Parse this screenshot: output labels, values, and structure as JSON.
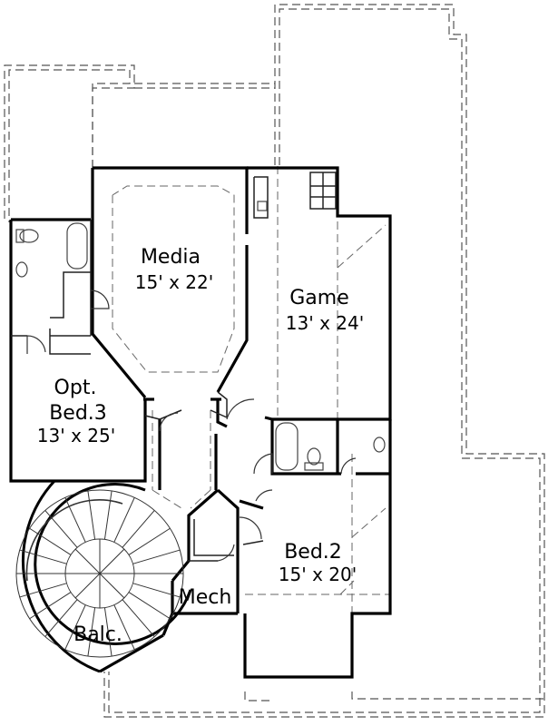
{
  "plan": {
    "rooms": [
      {
        "id": "media",
        "name": "Media",
        "size": "15' x 22'"
      },
      {
        "id": "game",
        "name": "Game",
        "size": "13' x 24'"
      },
      {
        "id": "opt-bed-3",
        "name_line1": "Opt.",
        "name_line2": "Bed.3",
        "size": "13' x 25'"
      },
      {
        "id": "bed-2",
        "name": "Bed.2",
        "size": "15' x 20'"
      },
      {
        "id": "mech",
        "name": "Mech"
      },
      {
        "id": "balc",
        "name": "Balc."
      }
    ],
    "colors": {
      "wall": "#000000",
      "fixture": "#444444",
      "dashed": "#555555",
      "background": "#ffffff"
    }
  }
}
